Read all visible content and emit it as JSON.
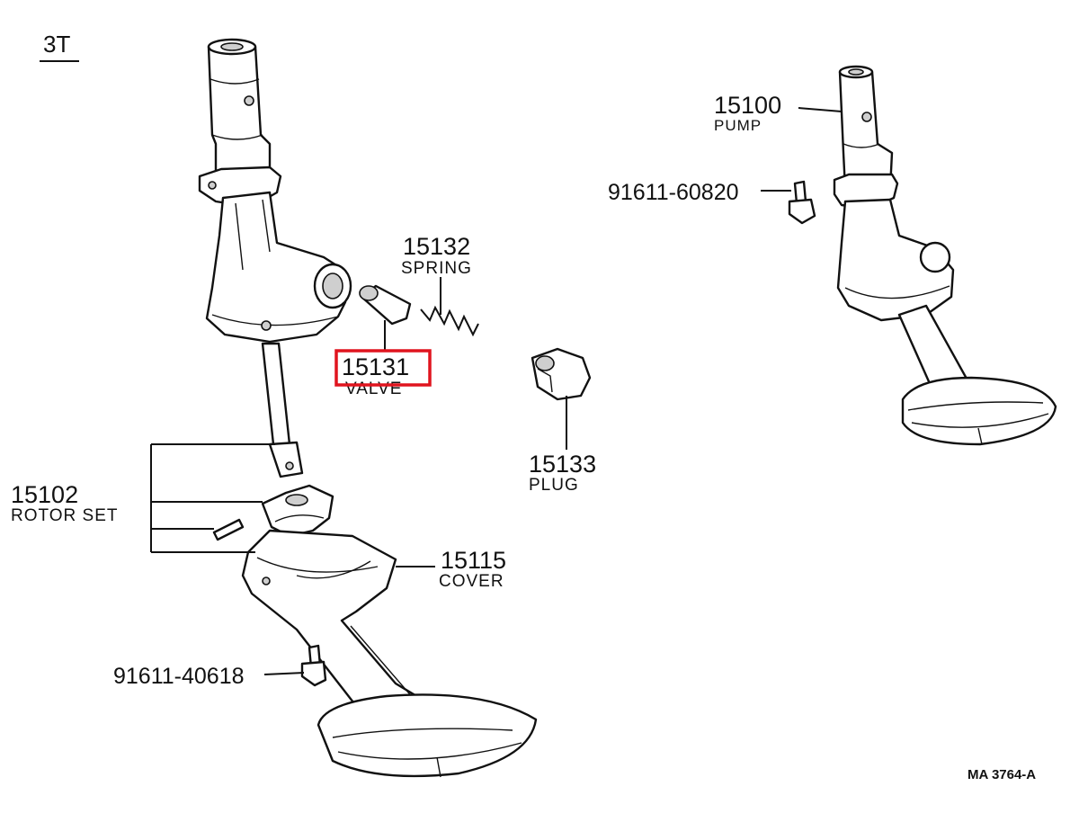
{
  "diagram": {
    "engine_code": "3T",
    "reference": "MA 3764-A",
    "highlight_color": "#e0141e",
    "parts": [
      {
        "id": "pump",
        "number": "15100",
        "name": "PUMP"
      },
      {
        "id": "bolt-upper",
        "number": "91611-60820",
        "name": ""
      },
      {
        "id": "spring",
        "number": "15132",
        "name": "SPRING"
      },
      {
        "id": "valve",
        "number": "15131",
        "name": "VALVE",
        "highlighted": true
      },
      {
        "id": "plug",
        "number": "15133",
        "name": "PLUG"
      },
      {
        "id": "rotor-set",
        "number": "15102",
        "name": "ROTOR SET"
      },
      {
        "id": "cover",
        "number": "15115",
        "name": "COVER"
      },
      {
        "id": "bolt-lower",
        "number": "91611-40618",
        "name": ""
      }
    ]
  }
}
